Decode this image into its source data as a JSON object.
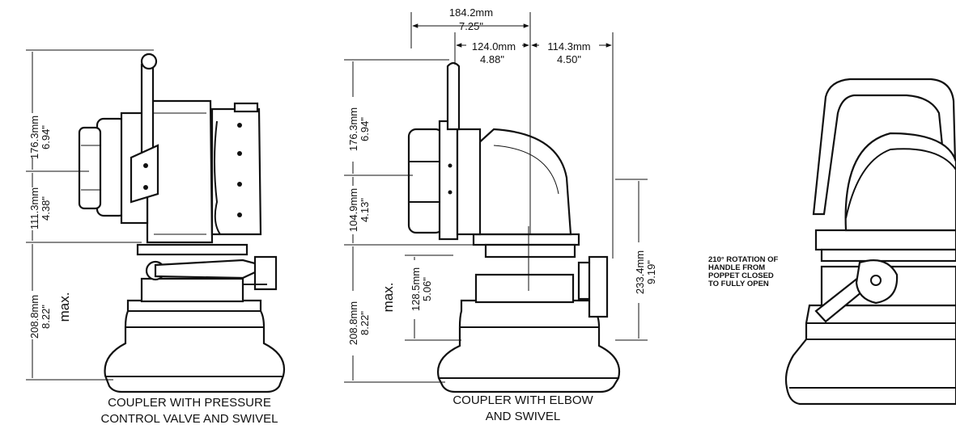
{
  "figure1": {
    "dim_top_mm": "176.3mm",
    "dim_top_in": "6.94\"",
    "dim_mid_mm": "111.3mm",
    "dim_mid_in": "4.38\"",
    "dim_bot_mm": "208.8mm",
    "dim_bot_in": "8.22\"",
    "dim_bot_max": "max.",
    "caption_line1": "COUPLER WITH PRESSURE",
    "caption_line2": "CONTROL VALVE AND SWIVEL"
  },
  "figure2": {
    "dim_width_mm": "184.2mm",
    "dim_width_in": "7.25\"",
    "dim_w1_mm": "124.0mm",
    "dim_w1_in": "4.88\"",
    "dim_w2_mm": "114.3mm",
    "dim_w2_in": "4.50\"",
    "dim_top_mm": "176.3mm",
    "dim_top_in": "6.94\"",
    "dim_mid_mm": "104.9mm",
    "dim_mid_in": "4.13\"",
    "dim_bot_mm": "208.8mm",
    "dim_bot_in": "8.22\"",
    "dim_bot_max": "max.",
    "dim_inner_mm": "128.5mm",
    "dim_inner_in": "5.06\"",
    "dim_right_mm": "233.4mm",
    "dim_right_in": "9.19\"",
    "caption_line1": "COUPLER WITH ELBOW",
    "caption_line2": "AND SWIVEL"
  },
  "figure3": {
    "note_line1": "210° ROTATION OF",
    "note_line2": "HANDLE FROM",
    "note_line3": "POPPET CLOSED",
    "note_line4": "TO FULLY OPEN"
  }
}
